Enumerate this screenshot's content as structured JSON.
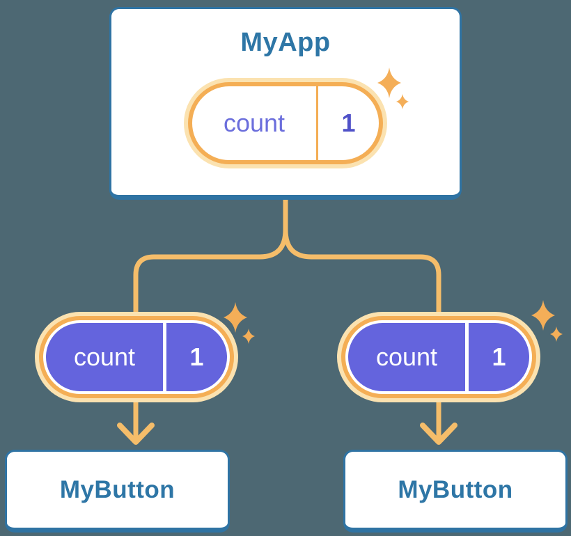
{
  "diagram": {
    "root": {
      "title": "MyApp",
      "state": {
        "name": "count",
        "value": "1"
      }
    },
    "children": [
      {
        "title": "MyButton",
        "state": {
          "name": "count",
          "value": "1"
        }
      },
      {
        "title": "MyButton",
        "state": {
          "name": "count",
          "value": "1"
        }
      }
    ]
  },
  "theme": {
    "background": "#4D6873",
    "card_bg": "#FFFFFF",
    "card_border": "#2F73A3",
    "title_text": "#2E76A6",
    "pill_ring": "#F4AE55",
    "pill_ring_pale": "#FBE2B0",
    "pill_fill_purple": "#6464DD",
    "state_name_purple": "#6B6EDC",
    "state_value_purple": "#4F51C8",
    "state_text_white": "#FFFFFF",
    "connector": "#F5BD6A",
    "sparkle": "#F4AE58"
  }
}
